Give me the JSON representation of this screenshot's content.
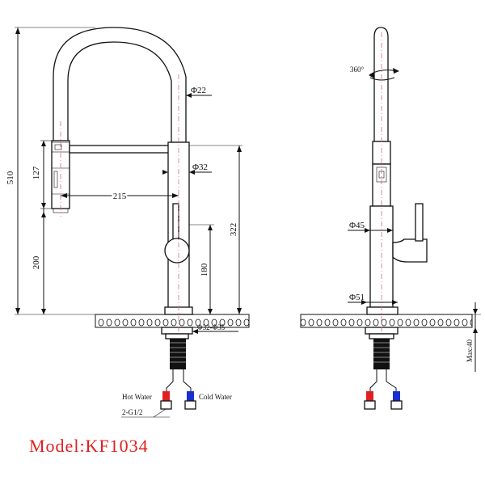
{
  "model_label": "Model:KF1034",
  "dimensions": {
    "overall_height": "510",
    "spray_head": "127",
    "base_to_spout": "200",
    "reach": "215",
    "spout_diameter": "Φ22",
    "neck_diameter": "Φ32",
    "body_height": "322",
    "handle_height": "180",
    "mount_hole": "Φ32-Φ35",
    "rotation": "360°",
    "lever_diameter": "Φ45",
    "base_diameter": "Φ51",
    "deck_thickness": "Max:40"
  },
  "labels": {
    "hot_water": "Hot Water",
    "cold_water": "Cold Water",
    "connection_thread": "2-G1/2"
  },
  "colors": {
    "model_text": "#e02020",
    "hot": "#e02020",
    "cold": "#1a2fd0",
    "centerline": "#e060a0"
  }
}
